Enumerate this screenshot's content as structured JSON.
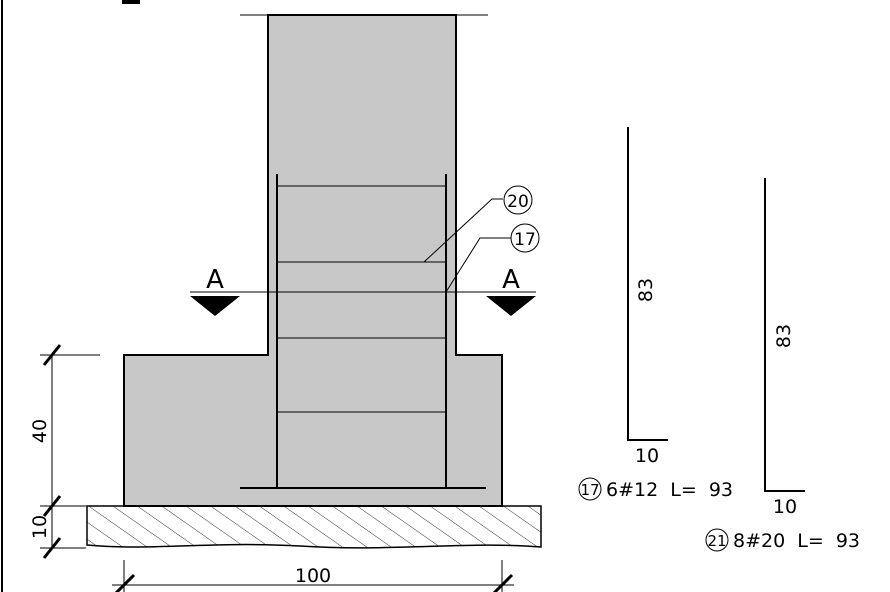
{
  "colors": {
    "concrete": "#c8c8c8",
    "ink": "#000000",
    "background": "#ffffff"
  },
  "section": {
    "marker_left": "A",
    "marker_right": "A"
  },
  "callouts": {
    "top": "20",
    "bottom": "17"
  },
  "dimensions": {
    "footing_height": "40",
    "blinding_height": "10",
    "footing_width": "100"
  },
  "bar_17": {
    "vertical_length": "83",
    "hook_length": "10",
    "mark": "17",
    "spec": "6#12  L=  93"
  },
  "bar_21": {
    "vertical_length": "83",
    "hook_length": "10",
    "mark": "21",
    "spec": "8#20  L=  93"
  }
}
